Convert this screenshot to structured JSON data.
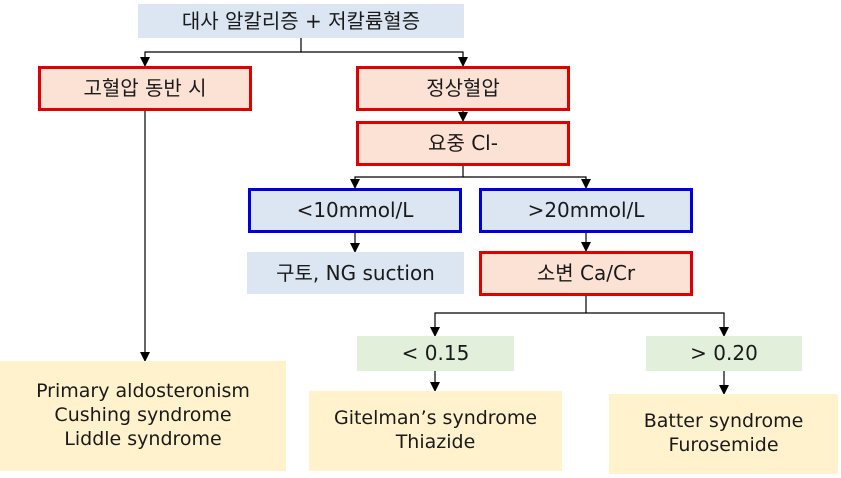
{
  "root": {
    "label": "대사 알칼리증 + 저칼륨혈증"
  },
  "hypertension": {
    "label": "고혈압 동반 시"
  },
  "normotension": {
    "label": "정상혈압"
  },
  "urine_cl": {
    "label": "요중 Cl-"
  },
  "cl_low": {
    "label": "<10mmol/L"
  },
  "cl_high": {
    "label": ">20mmol/L"
  },
  "vomit": {
    "label": "구토, NG suction"
  },
  "urine_ca_cr": {
    "label": "소변 Ca/Cr"
  },
  "ratio_low": {
    "label": "< 0.15"
  },
  "ratio_high": {
    "label": "> 0.20"
  },
  "hypertension_causes": {
    "lines": [
      "Primary aldosteronism",
      "Cushing syndrome",
      "Liddle syndrome"
    ]
  },
  "gitelman": {
    "lines": [
      "Gitelman’s syndrome",
      "Thiazide"
    ]
  },
  "bartter": {
    "lines": [
      "Batter syndrome",
      "Furosemide"
    ]
  },
  "colors": {
    "red_border": "#e00000",
    "blue_border": "#0000dd",
    "blue_fill": "#dce6f2",
    "peach_fill": "#fbe2d5",
    "green_fill": "#e2efda",
    "cream_fill": "#fff2cc",
    "connector": "#000000"
  }
}
